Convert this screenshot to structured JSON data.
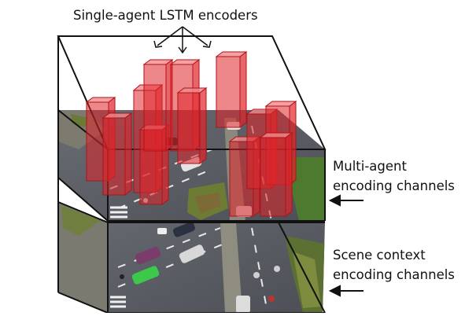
{
  "labels": {
    "encoders": "Single-agent LSTM encoders",
    "multi_agent": [
      "Multi-agent",
      "encoding channels"
    ],
    "scene_context": [
      "Scene context",
      "encoding channels"
    ]
  },
  "colors": {
    "road": "#5c6066",
    "road_dark": "#4a4e54",
    "grass": "#6f7e3a",
    "lane_mark": "#e6e6e6",
    "bar_fill": "#e0242a",
    "bar_edge": "#b01218",
    "frame": "#111111"
  },
  "layers": [
    {
      "name": "multi-agent-layer"
    },
    {
      "name": "scene-context-layer"
    }
  ]
}
